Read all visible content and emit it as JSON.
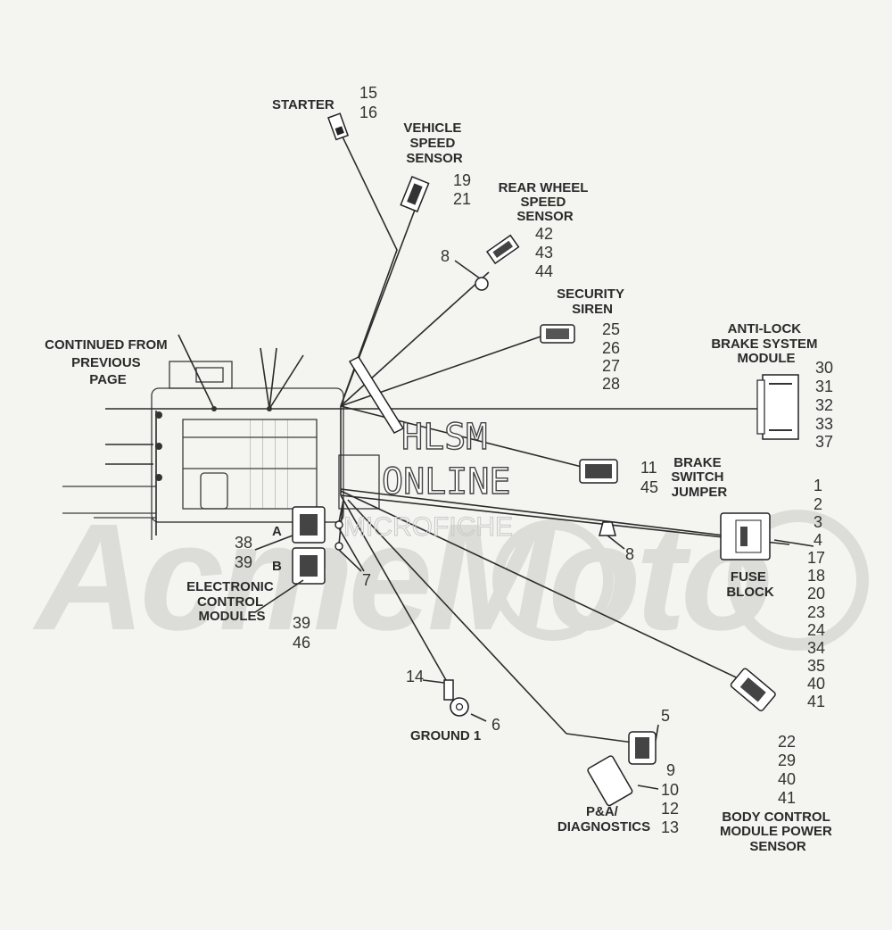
{
  "labels": {
    "starter": "STARTER",
    "vss": [
      "VEHICLE",
      "SPEED",
      "SENSOR"
    ],
    "rear_wheel": [
      "REAR WHEEL",
      "SPEED",
      "SENSOR"
    ],
    "security": [
      "SECURITY",
      "SIREN"
    ],
    "abs": [
      "ANTI-LOCK",
      "BRAKE SYSTEM",
      "MODULE"
    ],
    "continued": [
      "CONTINUED FROM",
      "PREVIOUS",
      "PAGE"
    ],
    "brake_switch": [
      "BRAKE",
      "SWITCH",
      "JUMPER"
    ],
    "fuse_block": [
      "FUSE",
      "BLOCK"
    ],
    "ecm": [
      "ELECTRONIC",
      "CONTROL",
      "MODULES"
    ],
    "ground": "GROUND 1",
    "pa_diag": [
      "P&A/",
      "DIAGNOSTICS"
    ],
    "bcm": [
      "BODY CONTROL",
      "MODULE POWER",
      "SENSOR"
    ],
    "ecm_a": "A",
    "ecm_b": "B"
  },
  "callouts": {
    "starter": [
      "15",
      "16"
    ],
    "vss": [
      "19",
      "21"
    ],
    "rear_clip": "8",
    "rear_wheel": [
      "42",
      "43",
      "44"
    ],
    "security": [
      "25",
      "26",
      "27",
      "28"
    ],
    "abs": [
      "30",
      "31",
      "32",
      "33",
      "37"
    ],
    "brake_switch": [
      "11",
      "45"
    ],
    "clip_lower": "8",
    "fuse_block": [
      "1",
      "2",
      "3",
      "4",
      "17",
      "18",
      "20",
      "23",
      "24",
      "34",
      "35",
      "40",
      "41"
    ],
    "ecm_a": [
      "38",
      "39"
    ],
    "ecm_b": [
      "39",
      "46"
    ],
    "ecm_clips": "7",
    "ground_wire": "14",
    "ground_eye": "6",
    "pa_upper": "5",
    "pa_lower": [
      "9",
      "10",
      "12",
      "13"
    ],
    "bcm": [
      "22",
      "29",
      "40",
      "41"
    ]
  },
  "watermark": {
    "line1": "HLSM",
    "line2": "ONLINE",
    "line3": "MICROFICHE",
    "brand": "AcmeMoto"
  }
}
